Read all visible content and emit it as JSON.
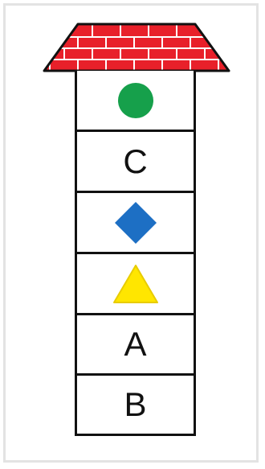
{
  "roof": {
    "fill_color": "#e8202a",
    "brick_line_color": "#ffffff",
    "outline_color": "#111111"
  },
  "tower": {
    "outline_color": "#111111",
    "cells": [
      {
        "kind": "shape",
        "shape": "circle",
        "color": "#16a04b"
      },
      {
        "kind": "letter",
        "text": "C"
      },
      {
        "kind": "shape",
        "shape": "diamond",
        "color": "#1d6fc4"
      },
      {
        "kind": "shape",
        "shape": "triangle",
        "color": "#ffe600"
      },
      {
        "kind": "letter",
        "text": "A"
      },
      {
        "kind": "letter",
        "text": "B"
      }
    ]
  }
}
